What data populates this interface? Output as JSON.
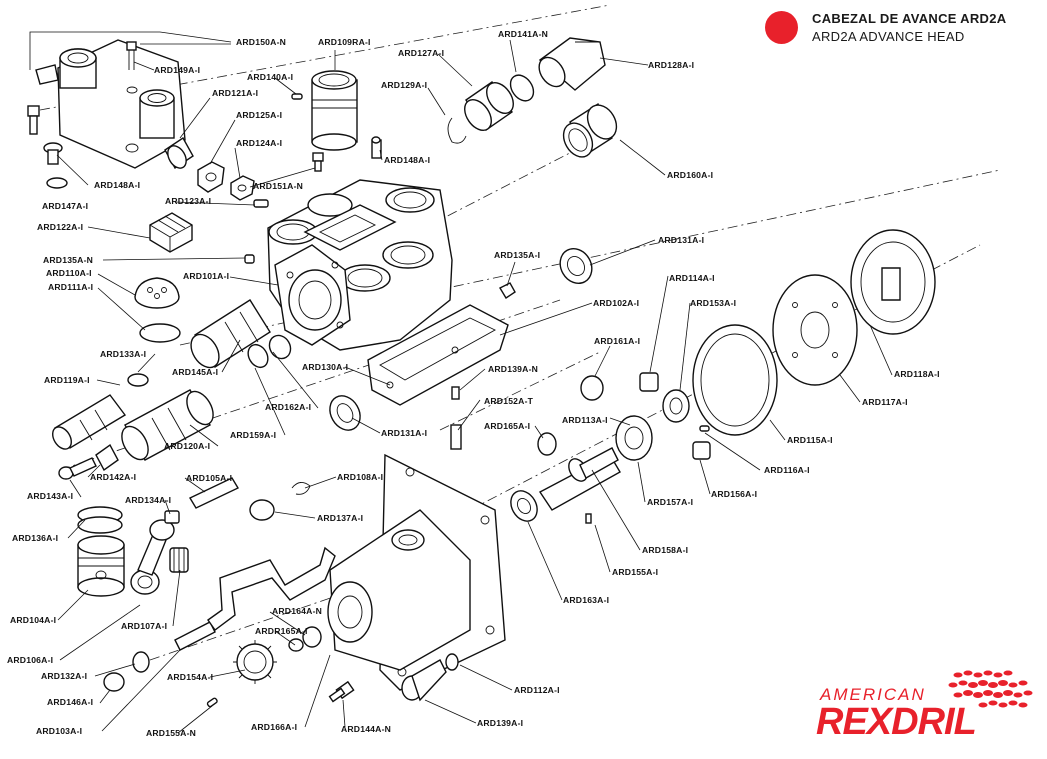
{
  "header": {
    "title_es": "CABEZAL DE AVANCE ARD2A",
    "title_en": "ARD2A ADVANCE HEAD",
    "accent_color": "#e8212b"
  },
  "brand": {
    "line1": "AMERICAN",
    "line2_a": "REX",
    "line2_b": "DRIL",
    "color": "#e8212b"
  },
  "callouts": [
    "ARD150A-N",
    "ARD109RA-I",
    "ARD127A-I",
    "ARD141A-N",
    "ARD128A-I",
    "ARD149A-I",
    "ARD140A-I",
    "ARD121A-I",
    "ARD129A-I",
    "ARD125A-I",
    "ARD148A-I",
    "ARD124A-I",
    "ARD160A-I",
    "ARD148A-I",
    "ARD151A-N",
    "ARD147A-I",
    "ARD123A-I",
    "ARD122A-I",
    "ARD131A-I",
    "ARD135A-N",
    "ARD135A-I",
    "ARD110A-I",
    "ARD101A-I",
    "ARD111A-I",
    "ARD114A-I",
    "ARD153A-I",
    "ARD102A-I",
    "ARD161A-I",
    "ARD133A-I",
    "ARD130A-I",
    "ARD139A-N",
    "ARD118A-I",
    "ARD119A-I",
    "ARD145A-I",
    "ARD152A-T",
    "ARD117A-I",
    "ARD162A-I",
    "ARD113A-I",
    "ARD131A-I",
    "ARD165A-I",
    "ARD159A-I",
    "ARD115A-I",
    "ARD120A-I",
    "ARD116A-I",
    "ARD142A-I",
    "ARD105A-I",
    "ARD108A-I",
    "ARD156A-I",
    "ARD143A-I",
    "ARD134A-I",
    "ARD157A-I",
    "ARD137A-I",
    "ARD136A-I",
    "ARD158A-I",
    "ARD155A-I",
    "ARD163A-I",
    "ARD104A-I",
    "ARD107A-I",
    "ARD164A-N",
    "ARDR165A-I",
    "ARD106A-I",
    "ARD154A-I",
    "ARD112A-I",
    "ARD132A-I",
    "ARD146A-I",
    "ARD144A-N",
    "ARD139A-I",
    "ARD103A-I",
    "ARD155A-N",
    "ARD166A-I"
  ]
}
